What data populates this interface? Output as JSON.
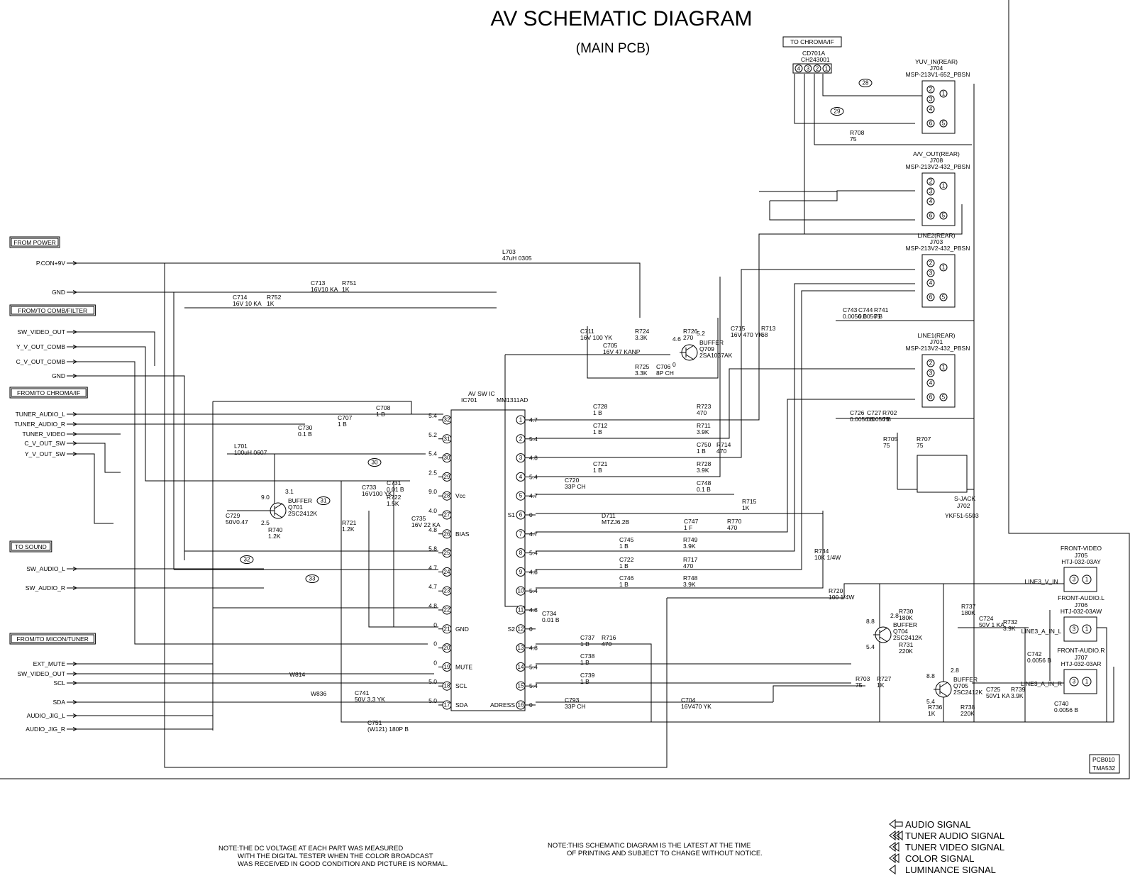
{
  "title": "AV SCHEMATIC DIAGRAM",
  "subtitle": "(MAIN PCB)",
  "chroma_if_box": "TO CHROMA/IF",
  "connector_cd701": {
    "ref": "CD701A",
    "part": "CH243001",
    "pins": [
      "4",
      "3",
      "2",
      "1"
    ]
  },
  "left_boxes": [
    {
      "label": "FROM POWER",
      "signals": [
        "P.CON+9V",
        "GND"
      ]
    },
    {
      "label": "FROM/TO COMB/FILTER",
      "signals": [
        "SW_VIDEO_OUT",
        "Y_V_OUT_COMB",
        "C_V_OUT_COMB",
        "GND"
      ]
    },
    {
      "label": "FROM/TO CHROMA/IF",
      "signals": [
        "TUNER_AUDIO_L",
        "TUNER_AUDIO_R",
        "TUNER_VIDEO",
        "C_V_OUT_SW",
        "Y_V_OUT_SW"
      ]
    },
    {
      "label": "TO SOUND",
      "signals": [
        "SW_AUDIO_L",
        "SW_AUDIO_R"
      ]
    },
    {
      "label": "FROM/TO MICON/TUNER",
      "signals": [
        "EXT_MUTE",
        "SW_VIDEO_OUT",
        "SCL",
        "SDA",
        "AUDIO_JIG_L",
        "AUDIO_JIG_R"
      ]
    }
  ],
  "ic": {
    "name": "AV SW IC",
    "ref": "IC701",
    "part": "MM1311AD",
    "left_pins": [
      "32",
      "31",
      "30",
      "29",
      "28",
      "27",
      "26",
      "25",
      "24",
      "23",
      "22",
      "21",
      "20",
      "19",
      "18",
      "17"
    ],
    "left_volts": [
      "5.4",
      "5.2",
      "5.4",
      "2.5",
      "9.0",
      "4.0",
      "4.8",
      "5.8",
      "4.7",
      "4.7",
      "4.8",
      "0",
      "0",
      "0",
      "5.0",
      "5.0"
    ],
    "left_names": [
      "",
      "",
      "",
      "",
      "Vcc",
      "",
      "BIAS",
      "",
      "",
      "",
      "",
      "GND",
      "",
      "MUTE",
      "SCL",
      "SDA"
    ],
    "right_pins": [
      "1",
      "2",
      "3",
      "4",
      "5",
      "6",
      "7",
      "8",
      "9",
      "10",
      "11",
      "12",
      "13",
      "14",
      "15",
      "16"
    ],
    "right_volts": [
      "4.7",
      "5.4",
      "4.8",
      "5.4",
      "4.7",
      "0",
      "4.7",
      "5.4",
      "4.8",
      "5.4",
      "4.8",
      "0",
      "4.8",
      "5.4",
      "5.4",
      "0"
    ],
    "right_names": [
      "",
      "",
      "",
      "",
      "",
      "S1",
      "",
      "",
      "",
      "",
      "",
      "S2",
      "",
      "",
      "",
      "ADRESS"
    ]
  },
  "jacks_rear": [
    {
      "title": "YUV_IN(REAR)",
      "ref": "J704",
      "part": "MSP-213V1-652_PBSN"
    },
    {
      "title": "A/V_OUT(REAR)",
      "ref": "J708",
      "part": "MSP-213V2-432_PBSN"
    },
    {
      "title": "LINE2(REAR)",
      "ref": "J703",
      "part": "MSP-213V2-432_PBSN"
    },
    {
      "title": "LINE1(REAR)",
      "ref": "J701",
      "part": "MSP-213V2-432_PBSN"
    }
  ],
  "sjack": {
    "title": "S-JACK",
    "ref": "J702",
    "part": "YKF51-5503"
  },
  "jacks_front": [
    {
      "title": "FRONT-VIDEO",
      "ref": "J705",
      "part": "HTJ-032-03AY",
      "signal": "LINE3_V_IN"
    },
    {
      "title": "FRONT-AUDIO.L",
      "ref": "J706",
      "part": "HTJ-032-03AW",
      "signal": "LINE3_A_IN_L"
    },
    {
      "title": "FRONT-AUDIO.R",
      "ref": "J707",
      "part": "HTJ-032-03AR",
      "signal": "LINE3_A_IN_R"
    }
  ],
  "buffers": [
    {
      "title": "BUFFER",
      "ref": "Q709",
      "part": "2SA1037AK",
      "volts": [
        "4.6",
        "5.2",
        "0"
      ]
    },
    {
      "title": "BUFFER",
      "ref": "Q701",
      "part": "2SC2412K",
      "volts": [
        "9.0",
        "3.1",
        "2.5"
      ]
    },
    {
      "title": "BUFFER",
      "ref": "Q704",
      "part": "2SC2412K",
      "volts": [
        "8.8",
        "2.8",
        "5.4"
      ]
    },
    {
      "title": "BUFFER",
      "ref": "Q705",
      "part": "2SC2412K",
      "volts": [
        "8.8",
        "2.8",
        "5.4"
      ]
    }
  ],
  "components": [
    {
      "ref": "L703",
      "val": "47uH  0305"
    },
    {
      "ref": "C713",
      "val": "16V10  KA"
    },
    {
      "ref": "R751",
      "val": "1K"
    },
    {
      "ref": "C714",
      "val": "16V  10  KA"
    },
    {
      "ref": "R752",
      "val": "1K"
    },
    {
      "ref": "C711",
      "val": "16V  100  YK"
    },
    {
      "ref": "C705",
      "val": "16V  47  KANP"
    },
    {
      "ref": "R724",
      "val": "3.3K"
    },
    {
      "ref": "R725",
      "val": "3.3K"
    },
    {
      "ref": "C706",
      "val": "8P CH"
    },
    {
      "ref": "R726",
      "val": "270"
    },
    {
      "ref": "C715",
      "val": "16V 470  YK"
    },
    {
      "ref": "R713",
      "val": "68"
    },
    {
      "ref": "R708",
      "val": "75"
    },
    {
      "ref": "C708",
      "val": "1  B"
    },
    {
      "ref": "C707",
      "val": "1  B"
    },
    {
      "ref": "C730",
      "val": "0.1  B"
    },
    {
      "ref": "L701",
      "val": "100uH  0607"
    },
    {
      "ref": "C733",
      "val": "16V100  YK"
    },
    {
      "ref": "C731",
      "val": "0.01  B"
    },
    {
      "ref": "R722",
      "val": "1.5K"
    },
    {
      "ref": "C729",
      "val": "50V0.47"
    },
    {
      "ref": "R740",
      "val": "1.2K"
    },
    {
      "ref": "R721",
      "val": "1.2K"
    },
    {
      "ref": "C735",
      "val": "16V  22  KA"
    },
    {
      "ref": "C728",
      "val": "1  B"
    },
    {
      "ref": "C712",
      "val": "1  B"
    },
    {
      "ref": "C721",
      "val": "1  B"
    },
    {
      "ref": "C720",
      "val": "33P  CH"
    },
    {
      "ref": "R723",
      "val": "470"
    },
    {
      "ref": "R711",
      "val": "3.9K"
    },
    {
      "ref": "C750",
      "val": "1  B"
    },
    {
      "ref": "R714",
      "val": "470"
    },
    {
      "ref": "R728",
      "val": "3.9K"
    },
    {
      "ref": "C748",
      "val": "0.1  B"
    },
    {
      "ref": "R715",
      "val": "1K"
    },
    {
      "ref": "D711",
      "val": "MTZJ6.2B"
    },
    {
      "ref": "C747",
      "val": "1  F"
    },
    {
      "ref": "R770",
      "val": "470"
    },
    {
      "ref": "C745",
      "val": "1  B"
    },
    {
      "ref": "R749",
      "val": "3.9K"
    },
    {
      "ref": "C722",
      "val": "1  B"
    },
    {
      "ref": "R717",
      "val": "470"
    },
    {
      "ref": "C746",
      "val": "1  B"
    },
    {
      "ref": "R748",
      "val": "3.9K"
    },
    {
      "ref": "C734",
      "val": "0.01  B"
    },
    {
      "ref": "C737",
      "val": "1  B"
    },
    {
      "ref": "R716",
      "val": "470"
    },
    {
      "ref": "C738",
      "val": "1  B"
    },
    {
      "ref": "C739",
      "val": "1  B"
    },
    {
      "ref": "C793",
      "val": "33P  CH"
    },
    {
      "ref": "C704",
      "val": "16V470  YK"
    },
    {
      "ref": "W814",
      "val": ""
    },
    {
      "ref": "W836",
      "val": ""
    },
    {
      "ref": "C741",
      "val": "50V  3.3  YK"
    },
    {
      "ref": "C751",
      "val": "(W121)  180P  B"
    },
    {
      "ref": "R734",
      "val": "10K  1/4W"
    },
    {
      "ref": "R720",
      "val": "100  1/4W"
    },
    {
      "ref": "C743",
      "val": "0.0056  B"
    },
    {
      "ref": "C744",
      "val": "0.0056  B"
    },
    {
      "ref": "R741",
      "val": "75"
    },
    {
      "ref": "C726",
      "val": "0.0056  B"
    },
    {
      "ref": "C727",
      "val": "0.0056  B"
    },
    {
      "ref": "R702",
      "val": "75"
    },
    {
      "ref": "R705",
      "val": "75"
    },
    {
      "ref": "R707",
      "val": "75"
    },
    {
      "ref": "R730",
      "val": "180K"
    },
    {
      "ref": "R731",
      "val": "220K"
    },
    {
      "ref": "R737",
      "val": "180K"
    },
    {
      "ref": "C724",
      "val": "50V  1  KA"
    },
    {
      "ref": "R732",
      "val": "3.9K"
    },
    {
      "ref": "C742",
      "val": "0.0056  B"
    },
    {
      "ref": "R703",
      "val": "75"
    },
    {
      "ref": "R727",
      "val": "1K"
    },
    {
      "ref": "R736",
      "val": "1K"
    },
    {
      "ref": "R738",
      "val": "220K"
    },
    {
      "ref": "C725",
      "val": "50V1  KA"
    },
    {
      "ref": "R739",
      "val": "3.9K"
    },
    {
      "ref": "C740",
      "val": "0.0056  B"
    }
  ],
  "test_points": [
    "28",
    "29",
    "30",
    "31",
    "32",
    "33"
  ],
  "pcb_ref": [
    "PCB010",
    "TMA532"
  ],
  "legend": [
    {
      "icon": "audio-arrow",
      "label": "AUDIO SIGNAL"
    },
    {
      "icon": "tuner-audio-arrow",
      "label": "TUNER AUDIO SIGNAL"
    },
    {
      "icon": "tuner-video-arrow",
      "label": "TUNER VIDEO SIGNAL"
    },
    {
      "icon": "color-arrow",
      "label": "COLOR SIGNAL"
    },
    {
      "icon": "luminance-arrow",
      "label": "LUMINANCE SIGNAL"
    }
  ],
  "notes": [
    [
      "NOTE:THE DC VOLTAGE AT EACH PART WAS MEASURED",
      "WITH THE DIGITAL TESTER WHEN THE COLOR BROADCAST",
      "WAS RECEIVED IN GOOD CONDITION AND PICTURE IS NORMAL."
    ],
    [
      "NOTE:THIS SCHEMATIC DIAGRAM IS THE LATEST AT THE TIME",
      "OF PRINTING AND SUBJECT TO CHANGE WITHOUT NOTICE."
    ]
  ]
}
